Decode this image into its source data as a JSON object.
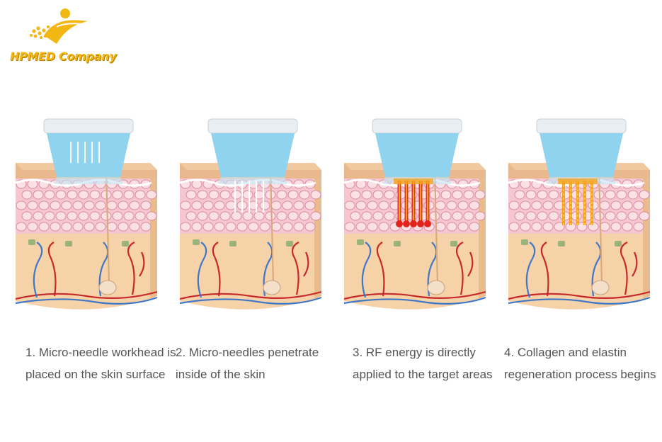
{
  "logo": {
    "text": "HPMED Company",
    "icon": "sparkle-figure-logo"
  },
  "steps": [
    {
      "caption": "1. Micro-needle workhead is placed on the skin surface",
      "needle_state": "above"
    },
    {
      "caption": "2. Micro-needles penetrate inside of the skin",
      "needle_state": "inserted"
    },
    {
      "caption": "3. RF energy is directly applied to the target areas",
      "needle_state": "rf-energy"
    },
    {
      "caption": "4. Collagen and elastin regeneration process begins",
      "needle_state": "regeneration"
    }
  ],
  "colors": {
    "workhead_blue": "#8fd3ee",
    "workhead_cap": "#e9eef2",
    "skin_surface": "#e9b88d",
    "epidermis_pink": "#f5c6cf",
    "dermis": "#f6d2a8",
    "vein_blue": "#3f77c8",
    "artery_red": "#c7282a",
    "rf_orange": "#f7a21a",
    "rf_red": "#e0241b",
    "logo_gold": "#f2b712"
  }
}
